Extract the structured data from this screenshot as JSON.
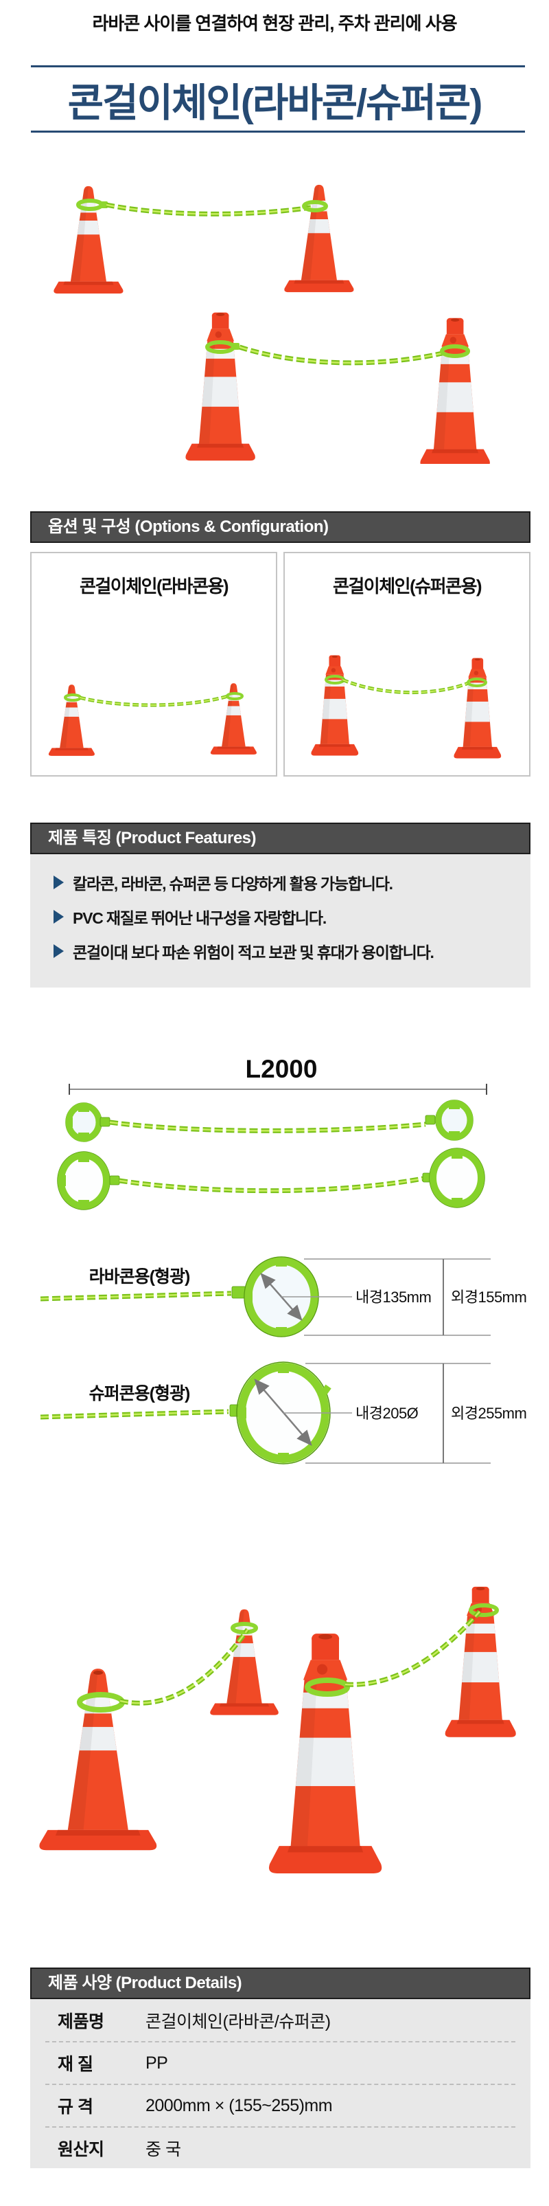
{
  "header": {
    "tagline": "라바콘 사이를 연결하여 현장 관리, 주차 관리에 사용",
    "title": "콘걸이체인(라바콘/슈퍼콘)"
  },
  "sections": {
    "options_title": "옵션 및 구성 (Options & Configuration)",
    "features_title": "제품 특징 (Product Features)",
    "details_title": "제품 사양 (Product Details)"
  },
  "options": {
    "cards": [
      {
        "label": "콘걸이체인(라바콘용)"
      },
      {
        "label": "콘걸이체인(슈퍼콘용)"
      }
    ]
  },
  "features": {
    "items": [
      {
        "text": "칼라콘, 라바콘, 슈퍼콘 등 다양하게 활용 가능합니다."
      },
      {
        "text": "PVC 재질로 뛰어난 내구성을 자랑합니다."
      },
      {
        "text": "콘걸이대 보다 파손 위험이 적고 보관 및 휴대가 용이합니다."
      }
    ]
  },
  "diagram": {
    "length_label": "L2000",
    "rubber": {
      "label": "라바콘용(형광)",
      "inner_diameter": "내경135mm",
      "outer_diameter": "외경155mm"
    },
    "super": {
      "label": "슈퍼콘용(형광)",
      "inner_diameter": "내경205Ø",
      "outer_diameter": "외경255mm"
    }
  },
  "details": {
    "rows": [
      {
        "label": "제품명",
        "value": "콘걸이체인(라바콘/슈퍼콘)"
      },
      {
        "label": "재 질",
        "value": "PP"
      },
      {
        "label": "규 격",
        "value": "2000mm × (155~255)mm"
      },
      {
        "label": "원산지",
        "value": "중 국"
      }
    ]
  },
  "icons": {
    "feature_bullet": "right-triangle"
  },
  "colors": {
    "accent_navy": "#264a73",
    "bullet_navy": "#1f4e79",
    "section_bar_gray": "#4e4e4e",
    "panel_gray": "#e9e9e9",
    "card_border_gray": "#c4c4c4",
    "chain_green": "#82d62c",
    "cone_orange": "#ee4424"
  }
}
